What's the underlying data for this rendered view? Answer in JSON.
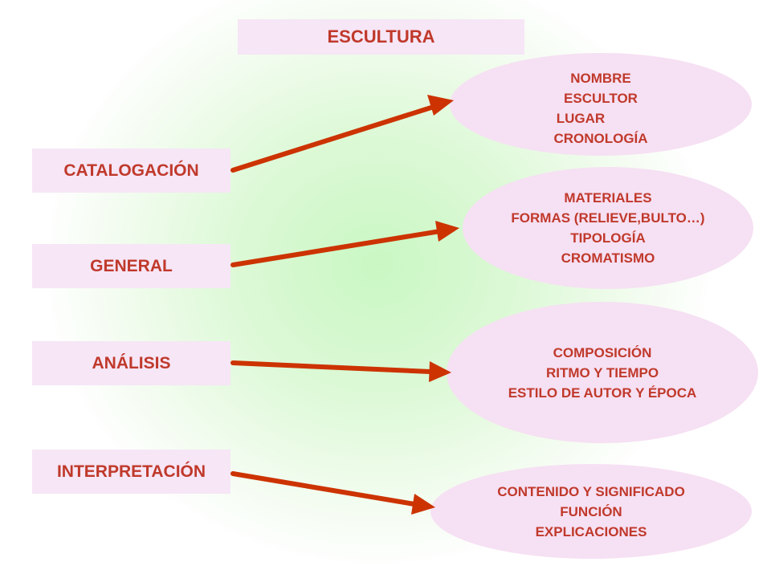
{
  "diagram": {
    "title": "ESCULTURA",
    "categories": [
      {
        "label": "CATALOGACIÓN",
        "items": [
          "NOMBRE",
          "ESCULTOR",
          "LUGAR",
          "CRONOLOGÍA"
        ]
      },
      {
        "label": "GENERAL",
        "items": [
          "MATERIALES",
          "FORMAS (RELIEVE,BULTO…)",
          "TIPOLOGÍA",
          "CROMATISMO"
        ]
      },
      {
        "label": "ANÁLISIS",
        "items": [
          "COMPOSICIÓN",
          "RITMO Y TIEMPO",
          "ESTILO DE AUTOR Y ÉPOCA"
        ]
      },
      {
        "label": "INTERPRETACIÓN",
        "items": [
          "CONTENIDO Y SIGNIFICADO",
          "FUNCIÓN",
          "EXPLICACIONES"
        ]
      }
    ],
    "colors": {
      "text": "#c0392b",
      "arrow": "#cc3300",
      "box_fill": "#f6e6f6",
      "ellipse_fill": "#f6e0f3",
      "background_center": "#c9f7c3"
    }
  }
}
